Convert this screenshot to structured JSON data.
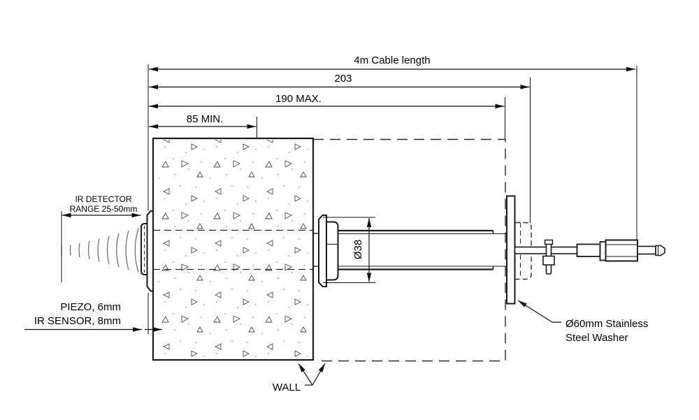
{
  "drawing": {
    "type": "technical-drawing",
    "colors": {
      "background": "#ffffff",
      "line": "#1a1a1a",
      "dimension_line": "#111111",
      "wave": "#707070",
      "stipple": "#b3b3b3",
      "triangle": "#4a4a4a"
    },
    "dimensions": {
      "cable": {
        "label": "4m Cable length"
      },
      "d203": {
        "label": "203"
      },
      "d190": {
        "label": "190 MAX."
      },
      "d85": {
        "label": "85 MIN."
      },
      "range": {
        "label_line1": "IR DETECTOR",
        "label_line2": "RANGE 25-50mm"
      },
      "dia38": {
        "label": "Ø38"
      }
    },
    "callouts": {
      "piezo": "PIEZO, 6mm",
      "ir_sensor": "IR SENSOR, 8mm",
      "wall": "WALL",
      "washer_line1": "Ø60mm Stainless",
      "washer_line2": "Steel Washer"
    }
  }
}
